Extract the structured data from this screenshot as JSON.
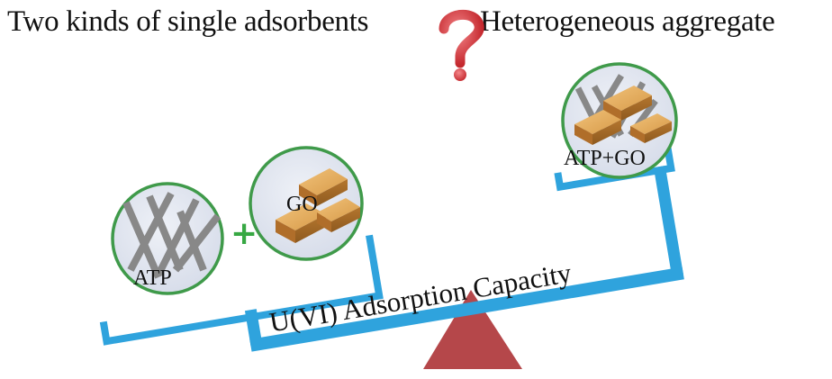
{
  "header": {
    "left_text": "Two kinds of single adsorbents",
    "right_text": "Heterogeneous aggregate"
  },
  "diagram": {
    "left_pan": {
      "atp_label": "ATP",
      "go_label": "GO",
      "plus_symbol": "+"
    },
    "right_pan": {
      "composite_label": "ATP+GO"
    },
    "beam_label": "U(VI) Adsorption Capacity"
  },
  "colors": {
    "beam": "#2fa3dd",
    "circle_ring": "#3f9a4a",
    "circle_fill": "#dfe4ef",
    "rod": "#8a8a8a",
    "block": "#c98a3c",
    "fulcrum": "#b5474a",
    "question_mark": "#d7383d",
    "plus": "#37a843"
  },
  "icons": {
    "question": "question-mark-icon",
    "fulcrum": "triangle-fulcrum-icon"
  }
}
